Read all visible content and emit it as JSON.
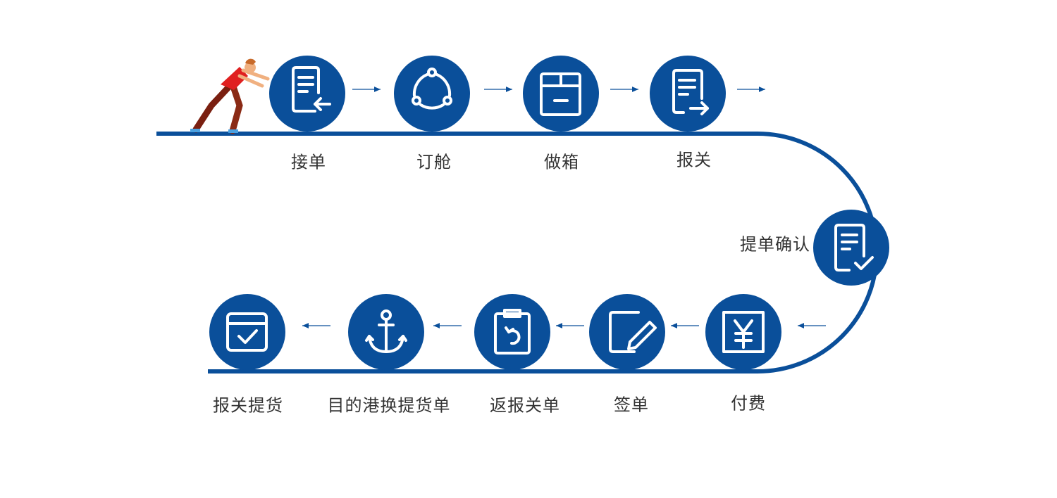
{
  "title": "",
  "colors": {
    "primary": "#0a4f9a",
    "icon": "#ffffff",
    "text": "#333333"
  },
  "steps": [
    {
      "label": "接单",
      "icon": "document-arrow-in-icon"
    },
    {
      "label": "订舱",
      "icon": "share-nodes-icon"
    },
    {
      "label": "做箱",
      "icon": "box-icon"
    },
    {
      "label": "报关",
      "icon": "document-arrow-out-icon"
    },
    {
      "label": "提单确认",
      "icon": "document-check-icon"
    },
    {
      "label": "付费",
      "icon": "yen-icon"
    },
    {
      "label": "签单",
      "icon": "edit-pencil-icon"
    },
    {
      "label": "返报关单",
      "icon": "clipboard-return-icon"
    },
    {
      "label": "目的港换提货单",
      "icon": "anchor-icon"
    },
    {
      "label": "报关提货",
      "icon": "box-check-icon"
    }
  ]
}
